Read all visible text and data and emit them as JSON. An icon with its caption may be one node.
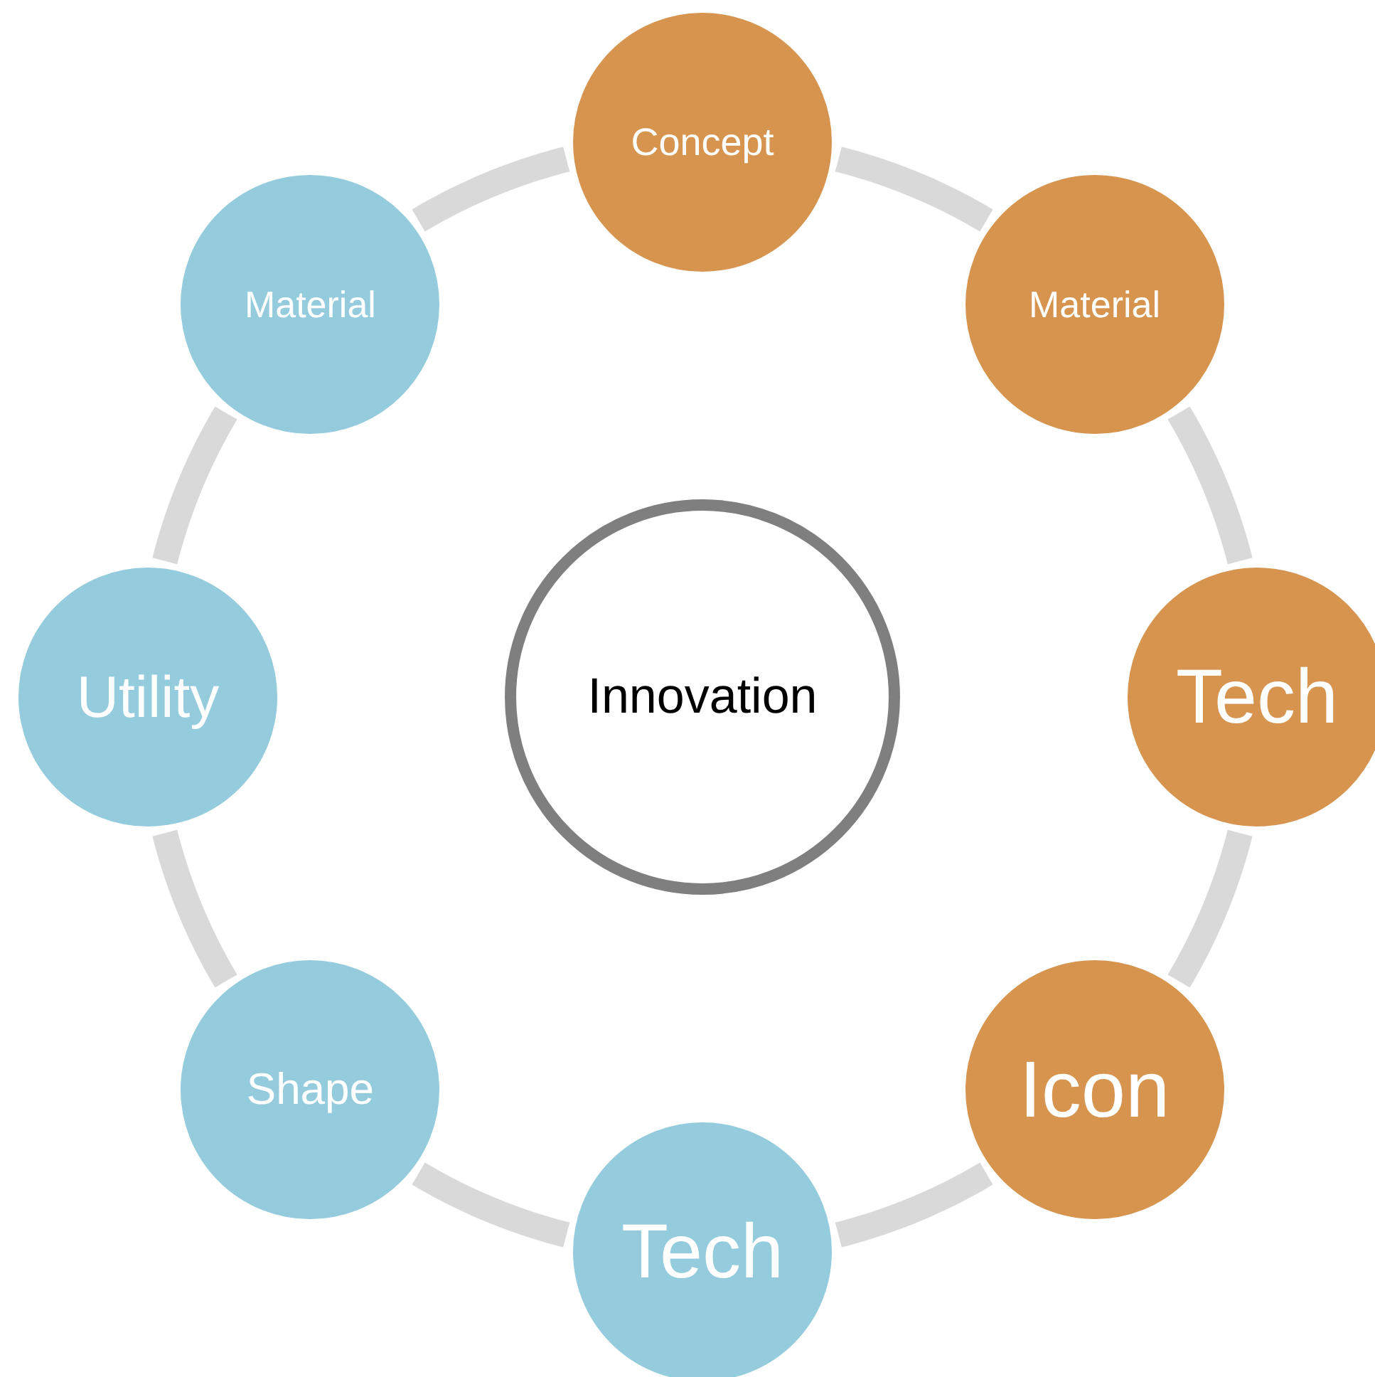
{
  "diagram": {
    "nodes": [
      {
        "text": [
          "Concept"
        ]
      },
      {
        "text": [
          "Material"
        ]
      },
      {
        "text": [
          "Tech"
        ]
      },
      {
        "text": [
          "Icon"
        ]
      },
      {
        "text": [
          "Tech"
        ]
      },
      {
        "text": [
          "Shape"
        ]
      },
      {
        "text": [
          "Utility"
        ]
      },
      {
        "text": [
          "Material"
        ]
      },
      {
        "text": [
          "Innovation"
        ]
      }
    ],
    "edges": [
      {
        "from": 0,
        "to": 1,
        "arrow": "none"
      },
      {
        "from": 1,
        "to": 2,
        "arrow": "none"
      },
      {
        "from": 2,
        "to": 3,
        "arrow": "none"
      },
      {
        "from": 3,
        "to": 4,
        "arrow": "none"
      },
      {
        "from": 4,
        "to": 5,
        "arrow": "none"
      },
      {
        "from": 5,
        "to": 6,
        "arrow": "none"
      },
      {
        "from": 6,
        "to": 7,
        "arrow": "none"
      },
      {
        "from": 7,
        "to": 0,
        "arrow": "none"
      }
    ]
  }
}
